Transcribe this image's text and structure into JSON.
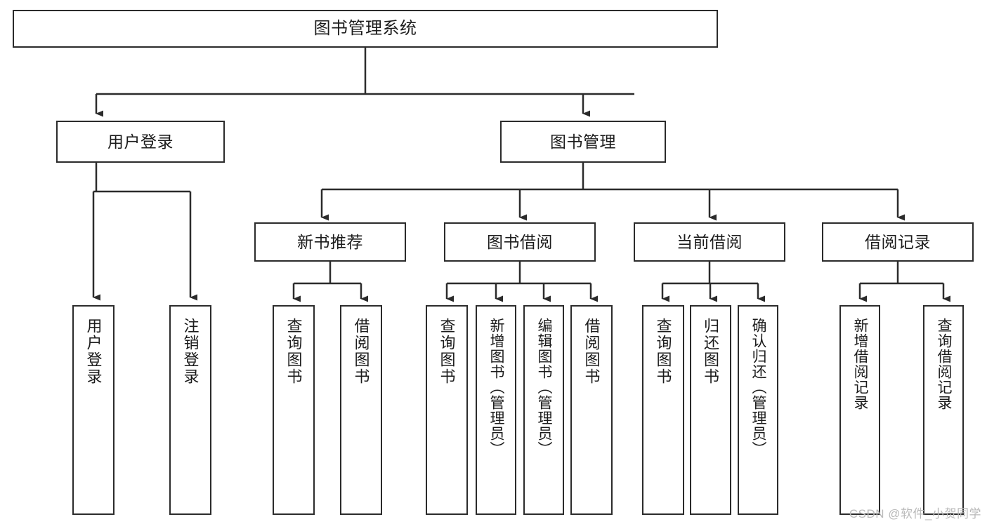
{
  "diagram": {
    "title": "图书管理系统",
    "type": "function-structure-tree",
    "stroke_color": "#2b2b2b",
    "fill_color": "#ffffff",
    "text_color": "#1c1c1c"
  },
  "root": {
    "label": "图书管理系统"
  },
  "level2": [
    {
      "label": "用户登录"
    },
    {
      "label": "图书管理"
    }
  ],
  "level3": [
    {
      "label": "新书推荐"
    },
    {
      "label": "图书借阅"
    },
    {
      "label": "当前借阅"
    },
    {
      "label": "借阅记录"
    }
  ],
  "leaves": {
    "user_login": [
      {
        "label": "用户登录"
      },
      {
        "label": "注销登录"
      }
    ],
    "new_book_recommend": [
      {
        "label": "查询图书"
      },
      {
        "label": "借阅图书"
      }
    ],
    "book_borrow": [
      {
        "label": "查询图书"
      },
      {
        "label": "新增图书（管理员）"
      },
      {
        "label": "编辑图书（管理员）"
      },
      {
        "label": "借阅图书"
      }
    ],
    "current_borrow": [
      {
        "label": "查询图书"
      },
      {
        "label": "归还图书"
      },
      {
        "label": "确认归还（管理员）"
      }
    ],
    "borrow_record": [
      {
        "label": "新增借阅记录"
      },
      {
        "label": "查询借阅记录"
      }
    ]
  },
  "watermark": {
    "text": "CSDN @软件_小贺同学"
  }
}
